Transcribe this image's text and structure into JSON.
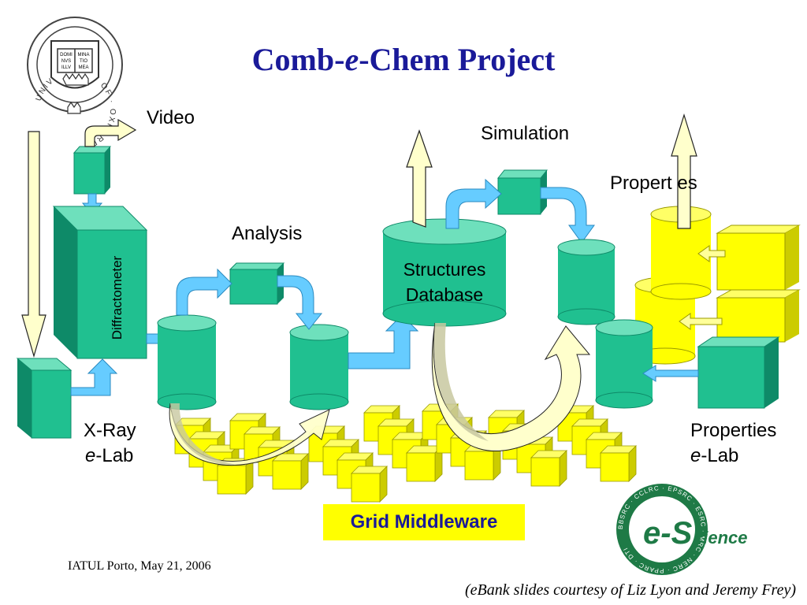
{
  "title": {
    "prefix": "Comb-",
    "italic": "e",
    "suffix": "-Chem Project"
  },
  "labels": {
    "video": "Video",
    "analysis": "Analysis",
    "simulation": "Simulation",
    "properties_top": "Propert es",
    "xray_line1": "X-Ray",
    "xray_e": "e",
    "xray_lab": "-Lab",
    "properties_bottom_line1": "Properties",
    "properties_e": "e",
    "properties_lab": "-Lab",
    "diffractometer": "Diffractometer",
    "structures_line1": "Structures",
    "structures_line2": "Database",
    "grid_middleware": "Grid Middleware"
  },
  "logos": {
    "oxford_ring_text": "UNIVERSITY · OF · OXFORD",
    "oxford_book": [
      "DOMI",
      "NVS",
      "ILLV",
      "MINA",
      "TIO",
      "MEA"
    ],
    "escience_main": "e-S",
    "escience_sub": "cience",
    "escience_ring_text": "BBSRC · CCLRC · EPSRC · ESRC · MRC · NERC · PPARC · DTI"
  },
  "footer": {
    "left": "IATUL Porto, May 21, 2006",
    "right": "(eBank slides courtesy of Liz Lyon and Jeremy Frey)"
  },
  "colors": {
    "teal": "#20c090",
    "teal_dark": "#0e8a68",
    "teal_top": "#6ee0bc",
    "blue_arrow": "#66ccff",
    "yellow": "#ffff00",
    "cream_arrow": "#ffffcc",
    "title_blue": "#1a1a99",
    "escience_green": "#1e7a46"
  }
}
